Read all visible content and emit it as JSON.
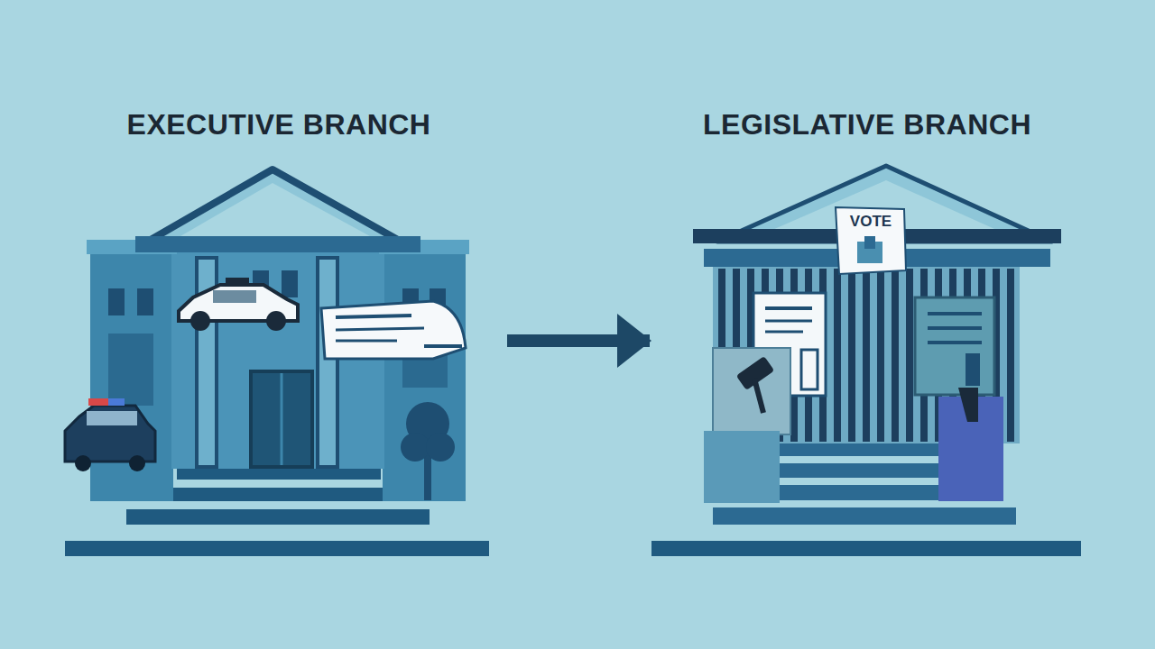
{
  "diagram": {
    "nodes": [
      {
        "text": [
          "EXECUTIVE BRANCH"
        ]
      },
      {
        "text": [
          "LEGISLATIVE BRANCH"
        ]
      }
    ],
    "edges": [
      {
        "from": 0,
        "to": 1,
        "arrow": "to"
      }
    ],
    "labels": [
      "VOTE"
    ]
  }
}
